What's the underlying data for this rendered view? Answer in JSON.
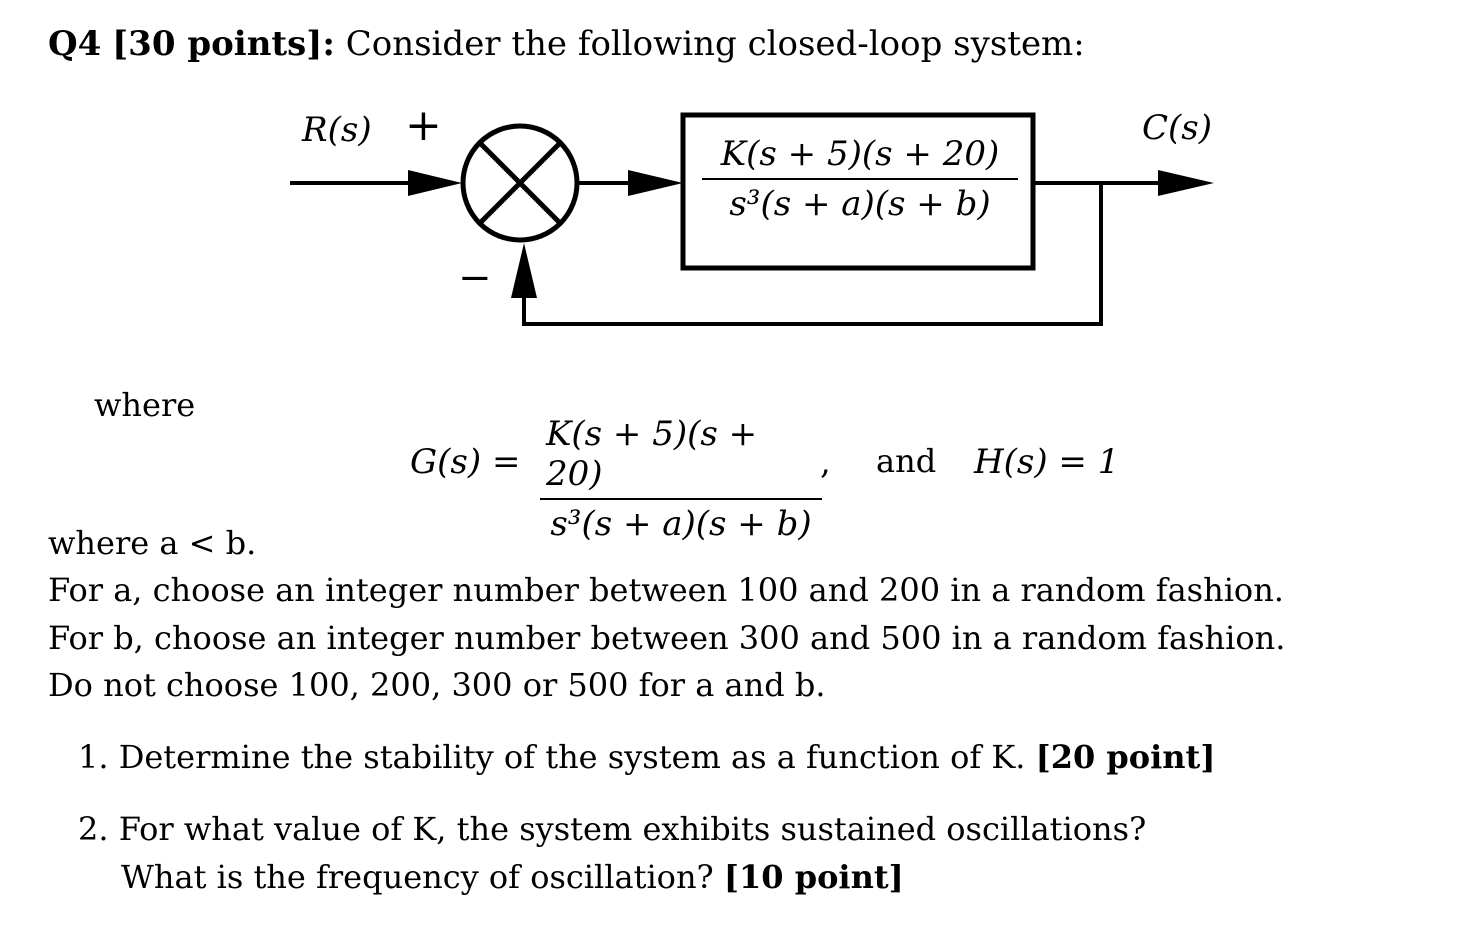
{
  "header": {
    "q_label": "Q4",
    "points": "[30 points]:",
    "intro": "Consider the following closed-loop system:"
  },
  "diagram": {
    "input_label": "R(s)",
    "plus_sign": "+",
    "minus_sign": "−",
    "output_label": "C(s)",
    "block_numerator": "K(s + 5)(s + 20)",
    "block_denominator": "s³(s + a)(s + b)"
  },
  "equation": {
    "where_word": "where",
    "g_lhs": "G(s) =",
    "g_numerator": "K(s + 5)(s + 20)",
    "g_denominator": "s³(s + a)(s + b)",
    "comma": ",",
    "and_word": "and",
    "h_expr": "H(s) = 1"
  },
  "conditions": {
    "line1": "where a < b.",
    "line2": "For a, choose an integer number between 100 and 200 in a random fashion.",
    "line3": "For b, choose an integer number between 300 and 500 in a random fashion.",
    "line4": "Do not choose 100, 200, 300 or 500 for a and b."
  },
  "questions": [
    {
      "number": "1.",
      "text": "Determine the stability of the system as a function of K.",
      "points": "[20 point]"
    },
    {
      "number": "2.",
      "text_line1": "For what value of K, the system exhibits sustained oscillations?",
      "text_line2": "What is the frequency of oscillation?",
      "points": "[10 point]"
    }
  ]
}
